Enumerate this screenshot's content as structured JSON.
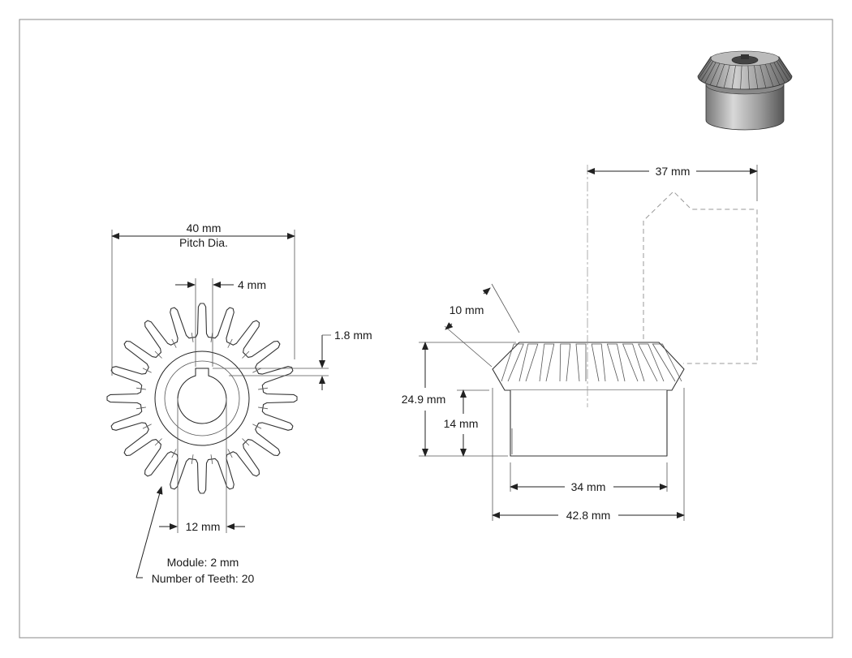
{
  "drawing": {
    "front_view": {
      "pitch_dia_value": "40 mm",
      "pitch_dia_label": "Pitch Dia.",
      "keyway_width": "4 mm",
      "keyway_depth": "1.8 mm",
      "bore": "12 mm",
      "note_module": "Module: 2 mm",
      "note_teeth": "Number of Teeth: 20",
      "teeth_count": 20
    },
    "side_view": {
      "mounting_distance": "37 mm",
      "face_width": "10 mm",
      "overall_height": "24.9 mm",
      "hub_length": "14 mm",
      "hub_diameter": "34 mm",
      "outside_diameter": "42.8 mm"
    }
  }
}
